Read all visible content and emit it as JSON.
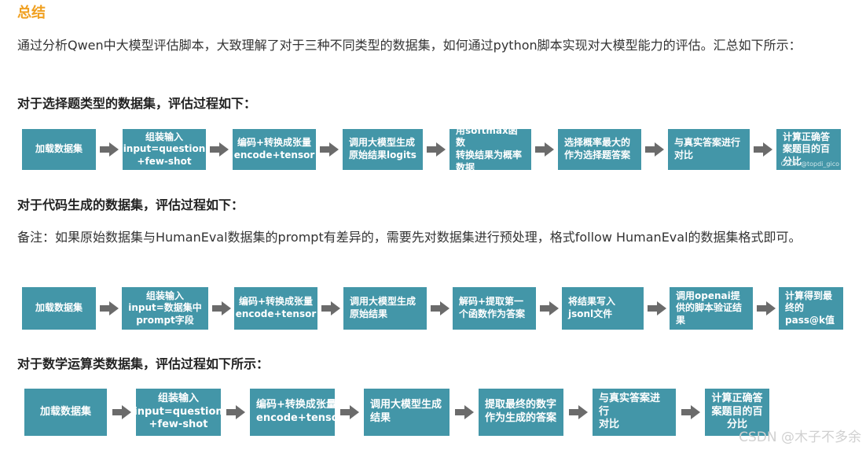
{
  "heading": "总结",
  "intro": "通过分析Qwen中大模型评估脚本，大致理解了对于三种不同类型的数据集，如何通过python脚本实现对大模型能力的评估。汇总如下所示：",
  "sections": [
    {
      "title": "对于选择题类型的数据集，评估过程如下：",
      "steps": [
        "加载数据集",
        "组装输入\ninput=question\n+few-shot",
        "编码+转换成张量\nencode+tensor",
        "调用大模型生成\n原始结果logits",
        "用softmax函数\n转换结果为概率\n数据",
        "选择概率最大的\n作为选择题答案",
        "与真实答案进行\n对比",
        "计算正确答\n案题目的百\n分比"
      ],
      "watermark": "CSDN @topdi_gico"
    },
    {
      "title": "对于代码生成的数据集，评估过程如下：",
      "note": "备注：如果原始数据集与HumanEval数据集的prompt有差异的，需要先对数据集进行预处理，格式follow HumanEval的数据集格式即可。",
      "steps": [
        "加载数据集",
        "组装输入\ninput=数据集中\nprompt字段",
        "编码+转换成张量\nencode+tensor",
        "调用大模型生成\n原始结果",
        "解码+提取第一\n个函数作为答案",
        "将结果写入\njsonl文件",
        "调用openai提\n供的脚本验证结\n果",
        "计算得到最\n终的\npass@k值"
      ]
    },
    {
      "title": "对于数学运算类数据集，评估过程如下所示：",
      "steps": [
        "加载数据集",
        "组装输入\ninput=question\n+few-shot",
        "编码+转换成张量\nencode+tensor",
        "调用大模型生成\n结果",
        "提取最终的数字\n作为生成的答案",
        "与真实答案进行\n对比",
        "计算正确答\n案题目的百\n分比"
      ]
    }
  ],
  "csdn_watermark": "CSDN @木子不多余",
  "colors": {
    "box": "#4396a8",
    "arrow": "#6b6b6b",
    "heading": "#f0a020"
  }
}
